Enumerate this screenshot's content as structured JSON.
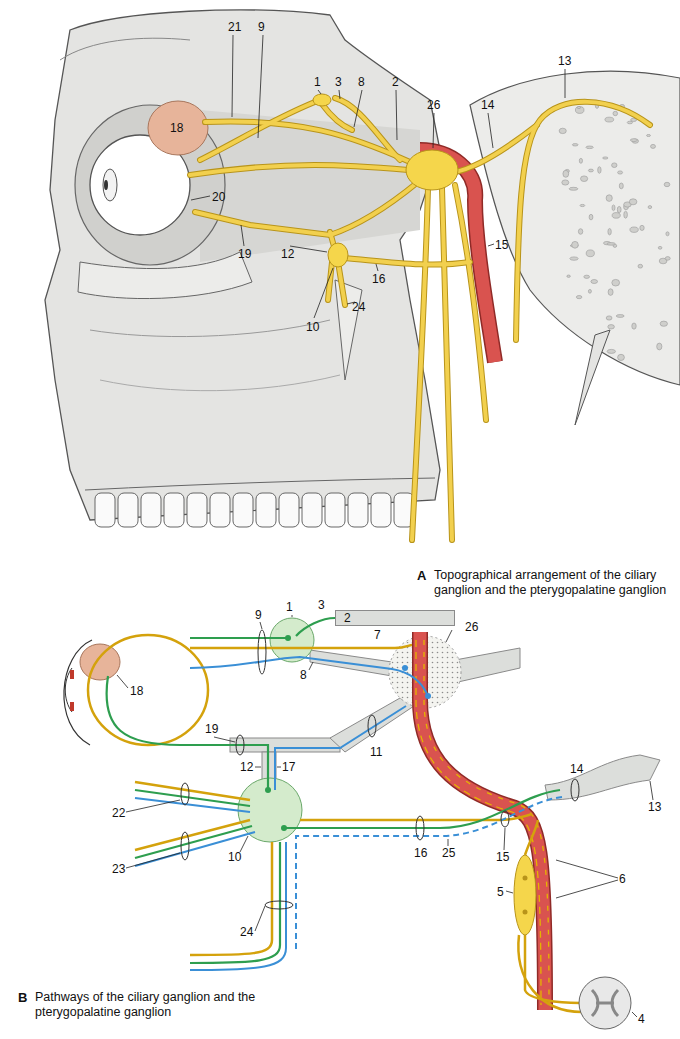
{
  "diagram": {
    "nodes": [
      {
        "text": [
          "2"
        ]
      }
    ],
    "labels": [
      "21",
      "9",
      "1",
      "3",
      "8",
      "2",
      "26",
      "14",
      "13",
      "18",
      "20",
      "19",
      "12",
      "10",
      "16",
      "24",
      "15",
      "A",
      "Topographical arrangement of the ciliary ganglion and the pterygopalatine ganglion",
      "18",
      "9",
      "1",
      "3",
      "7",
      "26",
      "8",
      "19",
      "11",
      "12",
      "17",
      "14",
      "13",
      "22",
      "23",
      "10",
      "16",
      "25",
      "15",
      "5",
      "6",
      "24",
      "4",
      "B",
      "Pathways of the ciliary ganglion and the pterygopalatine ganglion"
    ]
  }
}
